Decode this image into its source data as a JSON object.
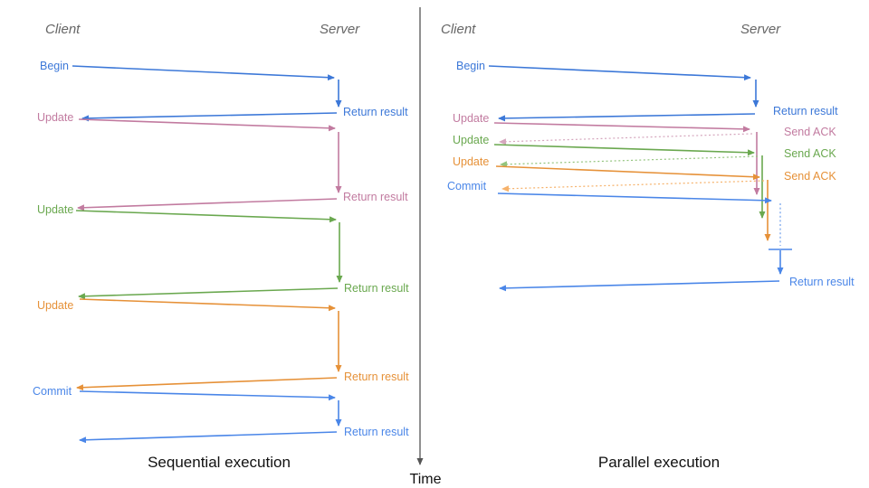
{
  "time_axis": {
    "label": "Time"
  },
  "colors": {
    "blue": "#3c78d8",
    "commit_blue": "#4a86e8",
    "pink": "#c27ba0",
    "green": "#6aa84f",
    "orange": "#e69138",
    "ack_pink_dotted": "#d5a6bd",
    "ack_green_dotted": "#93c47d",
    "ack_orange_dotted": "#f6b26b",
    "wait_blue_dotted": "#6d9eeb",
    "header_gray": "#666666",
    "axis_gray": "#555555",
    "title_black": "#111111"
  },
  "left_panel": {
    "title": "Sequential execution",
    "client_label": "Client",
    "server_label": "Server",
    "requests": [
      {
        "label": "Begin",
        "response": "Return result",
        "color": "#3c78d8"
      },
      {
        "label": "Update",
        "response": "Return result",
        "color": "#c27ba0"
      },
      {
        "label": "Update",
        "response": "Return result",
        "color": "#6aa84f"
      },
      {
        "label": "Update",
        "response": "Return result",
        "color": "#e69138"
      },
      {
        "label": "Commit",
        "response": "Return result",
        "color": "#4a86e8"
      }
    ]
  },
  "right_panel": {
    "title": "Parallel execution",
    "client_label": "Client",
    "server_label": "Server",
    "requests": [
      {
        "label": "Begin",
        "response": "Return result",
        "color": "#3c78d8"
      },
      {
        "label": "Update",
        "response": "Send ACK",
        "color": "#c27ba0"
      },
      {
        "label": "Update",
        "response": "Send ACK",
        "color": "#6aa84f"
      },
      {
        "label": "Update",
        "response": "Send ACK",
        "color": "#e69138"
      },
      {
        "label": "Commit",
        "response": "Return result",
        "color": "#4a86e8"
      }
    ]
  }
}
